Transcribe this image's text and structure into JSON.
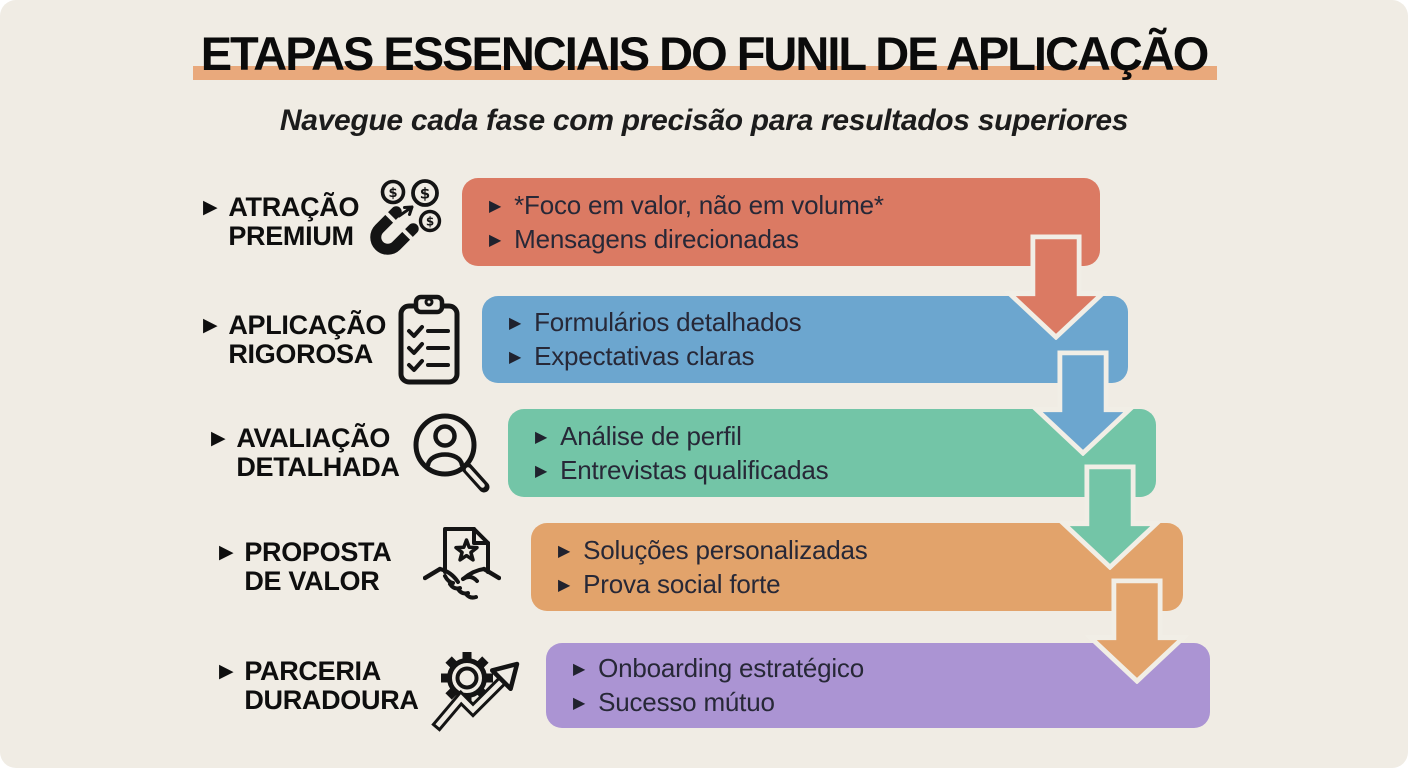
{
  "title": "ETAPAS ESSENCIAIS DO FUNIL DE APLICAÇÃO",
  "subtitle": "Navegue cada fase com precisão para resultados superiores",
  "icons": {
    "bullet": "▶"
  },
  "colors": {
    "background": "#F0ECE4",
    "title_underline": "#E9A97C",
    "arrow_outline": "#F1EEE6",
    "text_dark": "#272837",
    "stage_colors": [
      "#DB7A63",
      "#6CA6CF",
      "#73C5A7",
      "#E2A36B",
      "#AB94D3"
    ]
  },
  "stages": [
    {
      "label_line1": "ATRAÇÃO",
      "label_line2": "PREMIUM",
      "icon": "magnet-coins-icon",
      "color": "#DB7A63",
      "items": [
        "*Foco em valor, não em volume*",
        "Mensagens direcionadas"
      ]
    },
    {
      "label_line1": "APLICAÇÃO",
      "label_line2": "RIGOROSA",
      "icon": "checklist-clipboard-icon",
      "color": "#6CA6CF",
      "items": [
        "Formulários detalhados",
        "Expectativas claras"
      ]
    },
    {
      "label_line1": "AVALIAÇÃO",
      "label_line2": "DETALHADA",
      "icon": "profile-magnifier-icon",
      "color": "#73C5A7",
      "items": [
        "Análise de perfil",
        "Entrevistas qualificadas"
      ]
    },
    {
      "label_line1": "PROPOSTA",
      "label_line2": "DE VALOR",
      "icon": "handshake-document-icon",
      "color": "#E2A36B",
      "items": [
        "Soluções personalizadas",
        "Prova social forte"
      ]
    },
    {
      "label_line1": "PARCERIA",
      "label_line2": "DURADOURA",
      "icon": "gear-growth-arrow-icon",
      "color": "#AB94D3",
      "items": [
        "Onboarding estratégico",
        "Sucesso mútuo"
      ]
    }
  ]
}
